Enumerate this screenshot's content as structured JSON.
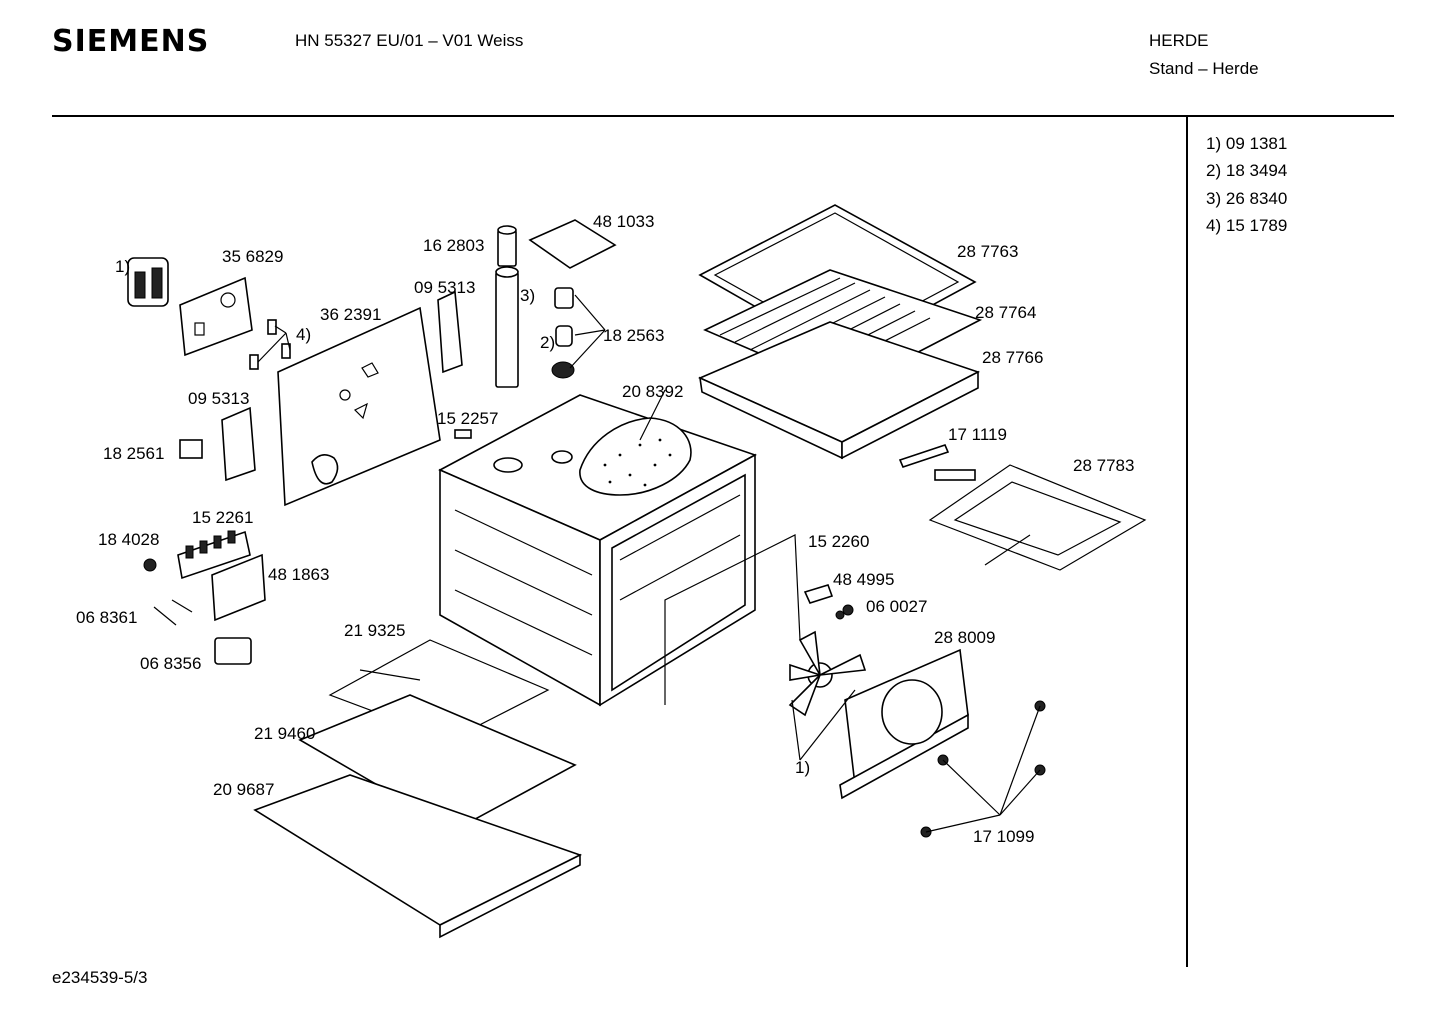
{
  "header": {
    "brand": "SIEMENS",
    "model": "HN 55327 EU/01 – V01 Weiss",
    "category": "HERDE",
    "subcategory": "Stand – Herde"
  },
  "legend": [
    {
      "ref": "1)",
      "part": "09 1381"
    },
    {
      "ref": "2)",
      "part": "18 3494"
    },
    {
      "ref": "3)",
      "part": "26 8340"
    },
    {
      "ref": "4)",
      "part": "15 1789"
    }
  ],
  "footer": {
    "drawing_id": "e234539-5/3"
  },
  "callouts": {
    "p356829": "35 6829",
    "ref1_top": "1)",
    "p362391": "36 2391",
    "ref4": "4)",
    "p095313_a": "09 5313",
    "p162803": "16 2803",
    "p481033": "48 1033",
    "ref3": "3)",
    "ref2": "2)",
    "p182563": "18 2563",
    "p287763": "28 7763",
    "p287764": "28 7764",
    "p287766": "28 7766",
    "p095313_b": "09 5313",
    "p182561": "18 2561",
    "p152257": "15 2257",
    "p208392": "20 8392",
    "p171119": "17 1119",
    "p287783": "28 7783",
    "p152261": "15 2261",
    "p184028": "18 4028",
    "p481863": "48 1863",
    "p152260": "15 2260",
    "p484995": "48 4995",
    "p060027": "06 0027",
    "p068361": "06 8361",
    "p219325": "21 9325",
    "p288009": "28 8009",
    "p068356": "06 8356",
    "p219460": "21 9460",
    "ref1_fan": "1)",
    "p209687": "20 9687",
    "p171099": "17 1099"
  }
}
